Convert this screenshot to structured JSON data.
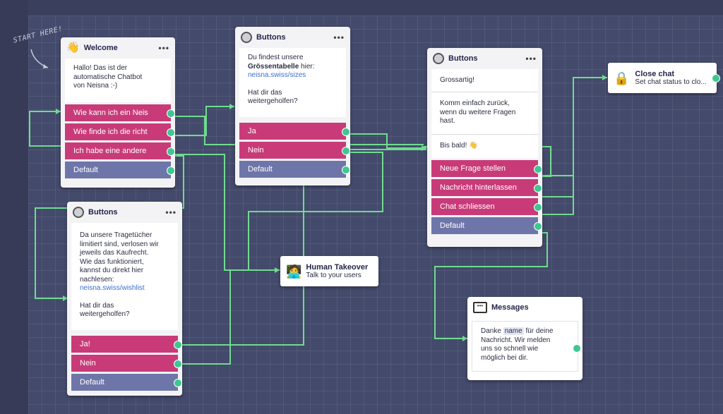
{
  "canvas": {
    "start_hint": "START HERE!"
  },
  "welcome": {
    "title": "Welcome",
    "message": [
      "Hallo! Das ist der",
      "automatische Chatbot",
      "von Neisna :-)"
    ],
    "options": [
      "Wie kann ich ein Neis",
      "Wie finde ich die richt",
      "Ich habe eine andere",
      "Default"
    ]
  },
  "buttons_sizes": {
    "title": "Buttons",
    "line1": "Du findest unsere",
    "bold": "Grössentabelle",
    "line2": " hier:",
    "link": "neisna.swiss/sizes",
    "question": [
      "Hat dir das",
      "weitergeholfen?"
    ],
    "options": [
      "Ja",
      "Nein",
      "Default"
    ]
  },
  "buttons_wishlist": {
    "title": "Buttons",
    "message": [
      "Da unsere Tragetücher",
      "limitiert sind, verlosen wir",
      "jeweils das Kaufrecht.",
      "Wie das funktioniert,",
      "kannst du direkt hier",
      "nachlesen:"
    ],
    "link": "neisna.swiss/wishlist",
    "question": [
      "Hat dir das",
      "weitergeholfen?"
    ],
    "options": [
      "Ja!",
      "Nein",
      "Default"
    ]
  },
  "buttons_great": {
    "title": "Buttons",
    "msg1": "Grossartig!",
    "msg2": [
      "Komm einfach zurück,",
      "wenn du weitere Fragen",
      "hast."
    ],
    "msg3": "Bis bald! 👋",
    "options": [
      "Neue Frage stellen",
      "Nachricht hinterlassen",
      "Chat schliessen",
      "Default"
    ]
  },
  "human_takeover": {
    "title": "Human Takeover",
    "subtitle": "Talk to your users"
  },
  "close_chat": {
    "title": "Close chat",
    "subtitle": "Set chat status to clo..."
  },
  "messages": {
    "title": "Messages",
    "pre": "Danke ",
    "variable": "name",
    "post": " für deine",
    "rest": [
      "Nachricht. Wir melden",
      "uns so schnell wie",
      "möglich bei dir."
    ]
  },
  "colors": {
    "option": "#c93b78",
    "default_option": "#6e76a9",
    "wire": "#6fdc8f",
    "port": "#3fc792"
  }
}
